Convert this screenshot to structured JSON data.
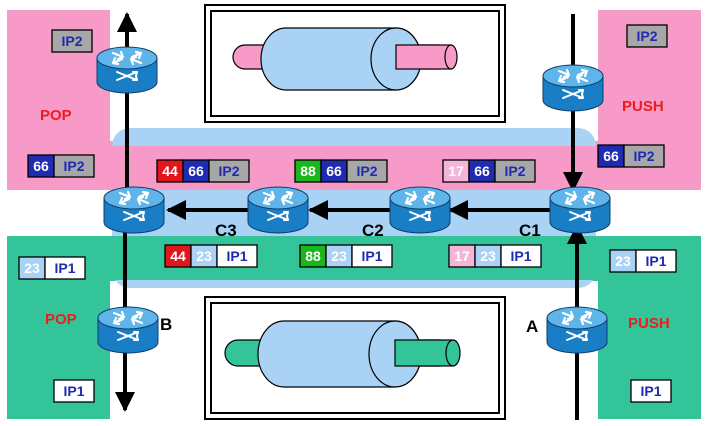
{
  "colors": {
    "pink": "#f79ac8",
    "green": "#33c49a",
    "tunnel": "#a9d2f4",
    "router_body": "#1a7ec6",
    "router_top": "#5fb5ea",
    "gray_label": "#a7a7a7",
    "white_label": "#ffffff",
    "navy": "#1f2bb0",
    "light_blue": "#a9d2f4",
    "red": "#e0161c",
    "green_label": "#1ab61c",
    "light_pink": "#f6b5d8",
    "ip_text": "#1f2bb0",
    "label_red": "#ee1c1c"
  },
  "text": {
    "pop_top": "POP",
    "push_top": "PUSH",
    "pop_bottom": "POP",
    "push_bottom": "PUSH",
    "c1": "C1",
    "c2": "C2",
    "c3": "C3",
    "a": "A",
    "b": "B"
  },
  "stacks": {
    "top_left_ip": [
      {
        "text": "IP2",
        "style": "gray"
      }
    ],
    "top_left_bottom": [
      {
        "text": "66",
        "style": "navy"
      },
      {
        "text": "IP2",
        "style": "gray"
      }
    ],
    "top_right_ip": [
      {
        "text": "IP2",
        "style": "gray"
      }
    ],
    "top_right_bottom": [
      {
        "text": "66",
        "style": "navy"
      },
      {
        "text": "IP2",
        "style": "gray"
      }
    ],
    "top_c3": [
      {
        "text": "44",
        "style": "red"
      },
      {
        "text": "66",
        "style": "navy"
      },
      {
        "text": "IP2",
        "style": "gray"
      }
    ],
    "top_c2": [
      {
        "text": "88",
        "style": "green"
      },
      {
        "text": "66",
        "style": "navy"
      },
      {
        "text": "IP2",
        "style": "gray"
      }
    ],
    "top_c1": [
      {
        "text": "17",
        "style": "lightpink"
      },
      {
        "text": "66",
        "style": "navy"
      },
      {
        "text": "IP2",
        "style": "gray"
      }
    ],
    "bot_c3": [
      {
        "text": "44",
        "style": "red"
      },
      {
        "text": "23",
        "style": "lightblue"
      },
      {
        "text": "IP1",
        "style": "white"
      }
    ],
    "bot_c2": [
      {
        "text": "88",
        "style": "green"
      },
      {
        "text": "23",
        "style": "lightblue"
      },
      {
        "text": "IP1",
        "style": "white"
      }
    ],
    "bot_c1": [
      {
        "text": "17",
        "style": "lightpink"
      },
      {
        "text": "23",
        "style": "lightblue"
      },
      {
        "text": "IP1",
        "style": "white"
      }
    ],
    "bot_left_top": [
      {
        "text": "23",
        "style": "lightblue"
      },
      {
        "text": "IP1",
        "style": "white"
      }
    ],
    "bot_left_ip": [
      {
        "text": "IP1",
        "style": "white"
      }
    ],
    "bot_right_top": [
      {
        "text": "23",
        "style": "lightblue"
      },
      {
        "text": "IP1",
        "style": "white"
      }
    ],
    "bot_right_ip": [
      {
        "text": "IP1",
        "style": "white"
      }
    ]
  }
}
